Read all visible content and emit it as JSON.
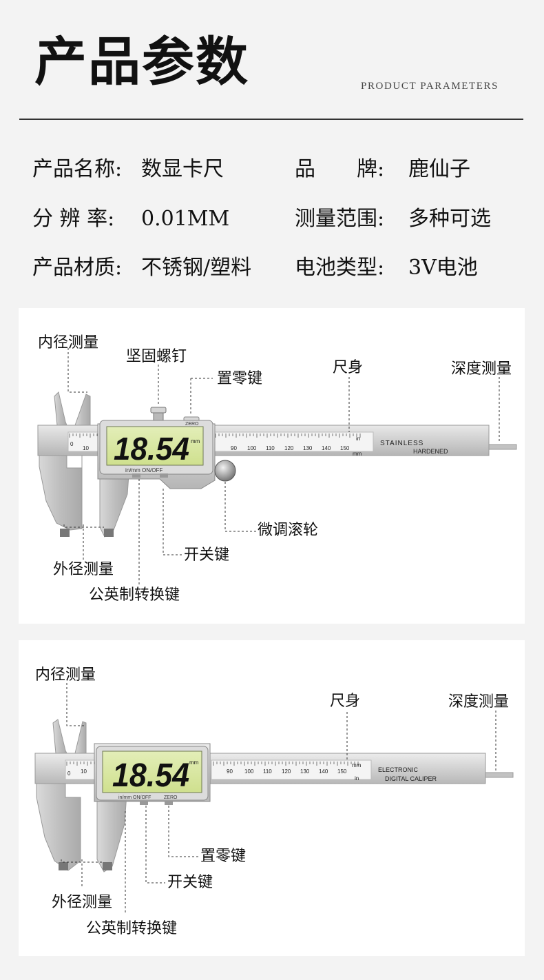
{
  "header": {
    "title": "产品参数",
    "subtitle": "PRODUCT PARAMETERS"
  },
  "specs": [
    {
      "label": "产品名称:",
      "value": "数显卡尺"
    },
    {
      "label": "品　　牌:",
      "value": "鹿仙子"
    },
    {
      "label": "分 辨 率:",
      "value": "0.01MM"
    },
    {
      "label": "测量范围:",
      "value": "多种可选"
    },
    {
      "label": "产品材质:",
      "value": "不锈钢/塑料"
    },
    {
      "label": "电池类型:",
      "value": "3V电池"
    }
  ],
  "diagram1": {
    "labels": {
      "inner": "内径测量",
      "lock_screw": "坚固螺钉",
      "zero_key": "置零键",
      "ruler_body": "尺身",
      "depth": "深度测量",
      "thumb_wheel": "微调滚轮",
      "power_key": "开关键",
      "outer": "外径测量",
      "unit_key": "公英制转换键"
    },
    "display": {
      "reading": "18.54",
      "unit": "mm",
      "buttons_text": "in/mm  ON/OFF",
      "zero_text": "ZERO"
    },
    "engraving": {
      "line1": "STAINLESS",
      "line2": "HARDENED"
    },
    "scale": {
      "ticks": [
        "0",
        "10",
        "90",
        "100",
        "110",
        "120",
        "130",
        "140",
        "150"
      ],
      "unit_mm": "mm",
      "unit_in": "in"
    }
  },
  "diagram2": {
    "labels": {
      "inner": "内径测量",
      "ruler_body": "尺身",
      "depth": "深度测量",
      "zero_key": "置零键",
      "power_key": "开关键",
      "outer": "外径测量",
      "unit_key": "公英制转换键"
    },
    "display": {
      "reading": "18.54",
      "unit": "mm",
      "buttons_text": "in/mm  ON/OFF",
      "zero_text": "ZERO"
    },
    "engraving": {
      "line1": "ELECTRONIC",
      "line2": "DIGITAL CALIPER"
    },
    "scale": {
      "ticks": [
        "0",
        "10",
        "90",
        "100",
        "110",
        "120",
        "130",
        "140",
        "150"
      ],
      "unit_mm": "mm",
      "unit_in": "in"
    }
  },
  "colors": {
    "lcd": "#d9e8a8",
    "steel": "#c9c9c9",
    "text": "#111111"
  }
}
